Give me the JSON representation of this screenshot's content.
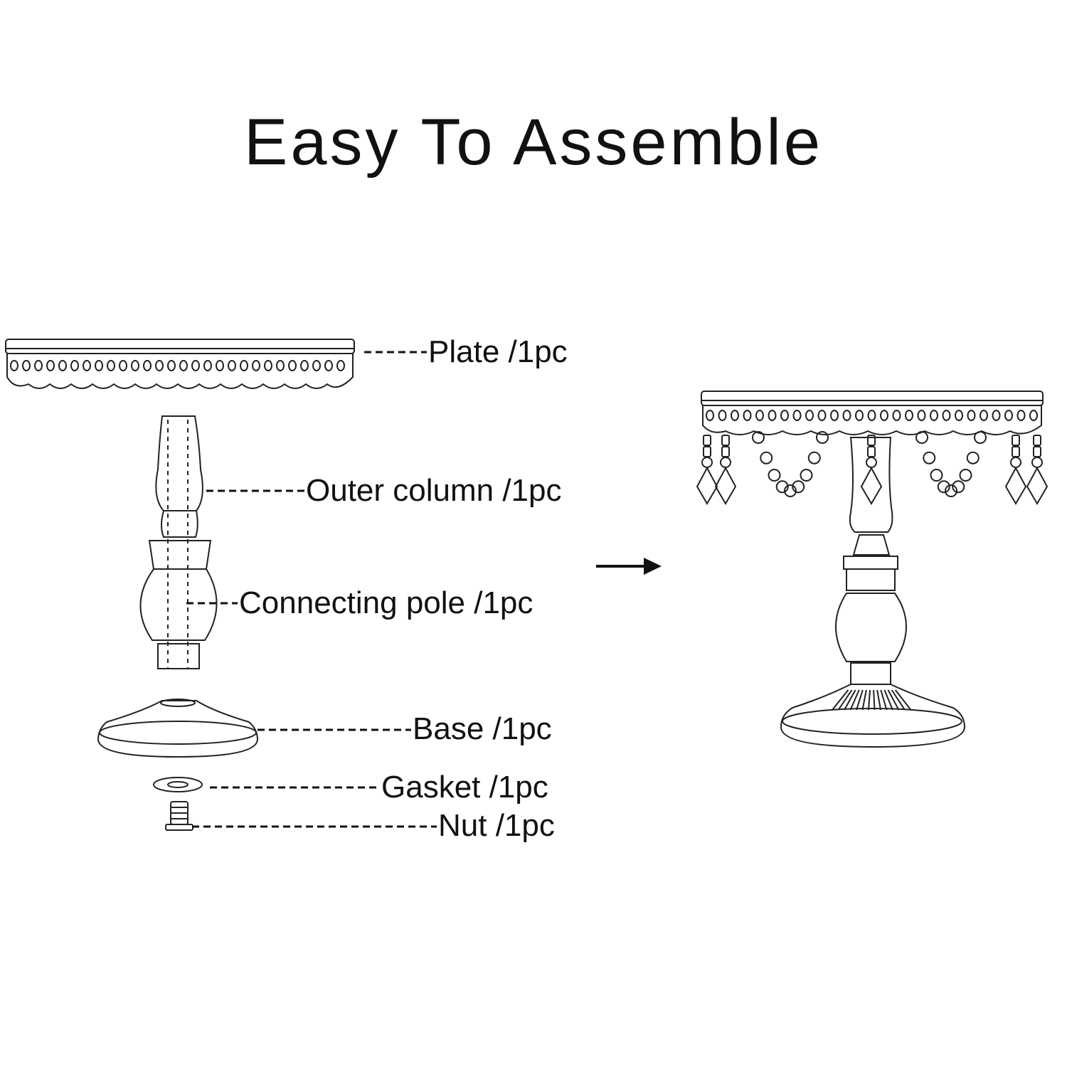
{
  "title": "Easy To Assemble",
  "parts": [
    {
      "name": "Plate",
      "label": "Plate /1pc"
    },
    {
      "name": "Outer column",
      "label": "Outer column /1pc"
    },
    {
      "name": "Connecting pole",
      "label": "Connecting pole /1pc"
    },
    {
      "name": "Base",
      "label": "Base /1pc"
    },
    {
      "name": "Gasket",
      "label": "Gasket /1pc"
    },
    {
      "name": "Nut",
      "label": "Nut /1pc"
    }
  ],
  "colors": {
    "ink": "#111111",
    "background": "#ffffff"
  }
}
